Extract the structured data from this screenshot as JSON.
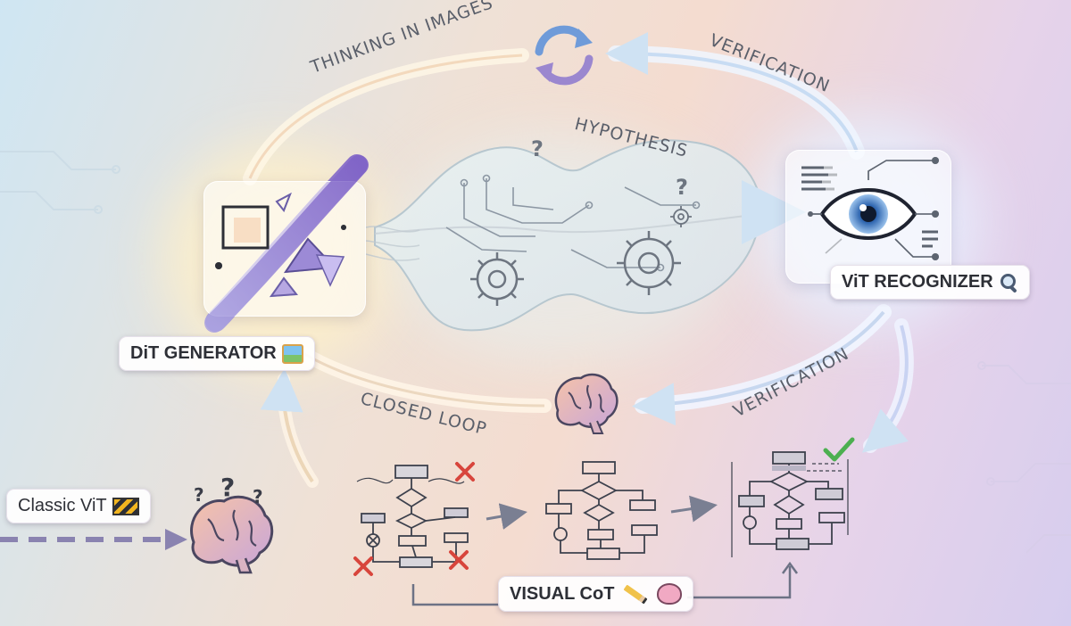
{
  "labels": {
    "thinking_in_images": "THINKING IN IMAGES",
    "verification_top": "VERIFICATION",
    "hypothesis": "HYPOTHESIS",
    "closed_loop": "CLOSED LOOP",
    "verification_bottom": "VERIFICATION"
  },
  "pills": {
    "dit_generator": "DiT GENERATOR",
    "vit_recognizer": "ViT RECOGNIZER",
    "classic_vit": "Classic ViT",
    "visual_cot": "VISUAL CoT"
  },
  "icons": {
    "dit_generator": "picture-icon",
    "vit_recognizer": "magnifier-icon",
    "classic_vit": "construction-barrier-icon",
    "visual_cot": [
      "pencil-icon",
      "brain-icon"
    ]
  },
  "colors": {
    "arrow": "#7a7f92",
    "accent_purple": "#8f7cc9",
    "error_red": "#d8453c",
    "check_green": "#4caf50"
  }
}
